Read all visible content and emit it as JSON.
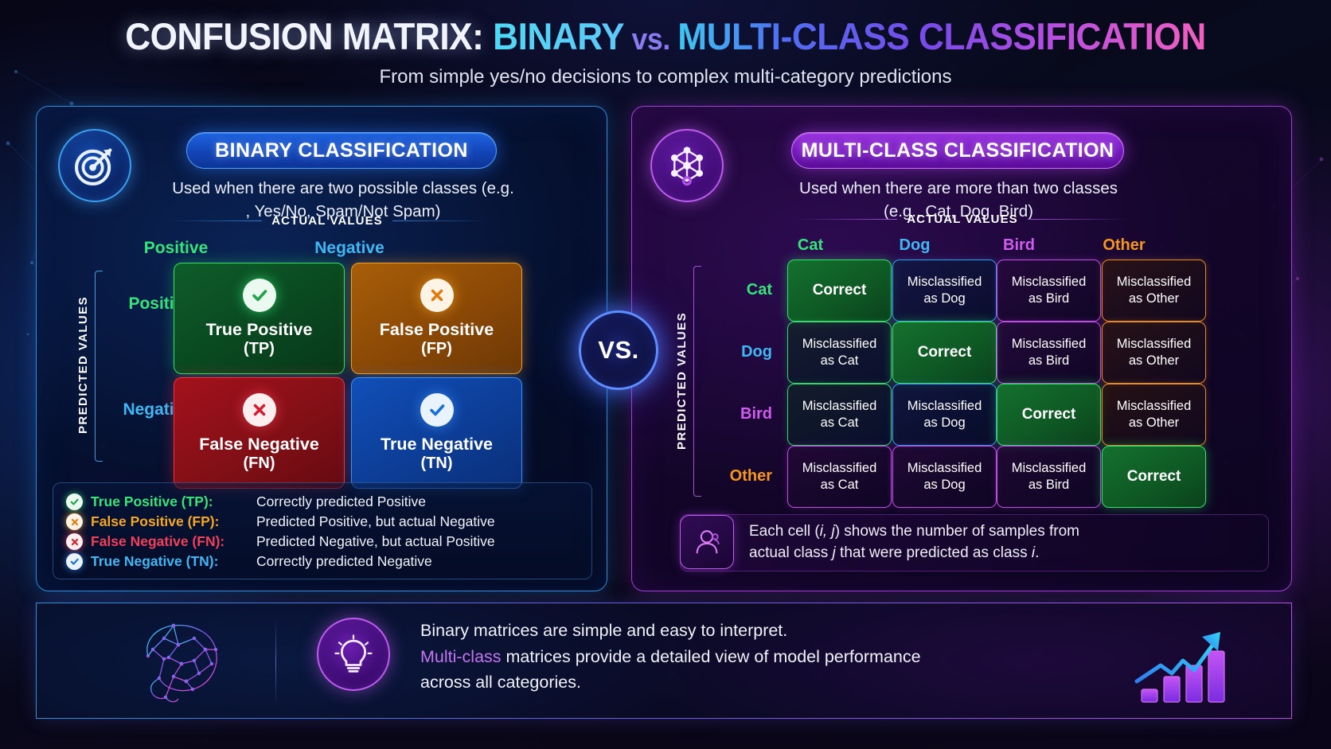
{
  "header": {
    "title_part1": "CONFUSION MATRIX: ",
    "title_part2": "BINARY",
    "title_vs": " vs. ",
    "title_part3": "MULTI-CLASS CLASSIFICATION",
    "subtitle": "From simple yes/no decisions to complex multi-category predictions"
  },
  "vs_badge": "VS.",
  "binary": {
    "icon": "target-icon",
    "pill_label": "BINARY CLASSIFICATION",
    "description_line1": "Used when there are two possible classes (e.g.",
    "description_line2": ", Yes/No, Spam/Not Spam)",
    "actual_values_label": "ACTUAL VALUES",
    "predicted_values_label": "PREDICTED VALUES",
    "col_headers": [
      "Positive",
      "Negative"
    ],
    "row_headers": [
      "Positive",
      "Negative"
    ],
    "col_colors": [
      "#35e57a",
      "#3fb8f5"
    ],
    "row_colors": [
      "#35e57a",
      "#3fb8f5"
    ],
    "cells": [
      {
        "key": "tp",
        "badge": "check-icon",
        "title": "True Positive",
        "sub": "(TP)"
      },
      {
        "key": "fp",
        "badge": "cross-icon",
        "title": "False Positive",
        "sub": "(FP)"
      },
      {
        "key": "fn",
        "badge": "cross-icon",
        "title": "False Negative",
        "sub": "(FN)"
      },
      {
        "key": "tn",
        "badge": "check-icon",
        "title": "True Negative",
        "sub": "(TN)"
      }
    ],
    "legend": [
      {
        "icon": "check-circle-icon",
        "key": "True Positive (TP):",
        "value": "Correctly predicted Positive",
        "color": "#35e57a"
      },
      {
        "icon": "cross-circle-icon",
        "key": "False Positive (FP):",
        "value": "Predicted Positive, but actual Negative",
        "color": "#f5a623"
      },
      {
        "icon": "cross-circle-icon",
        "key": "False Negative (FN):",
        "value": "Predicted Negative, but actual Positive",
        "color": "#f0405a"
      },
      {
        "icon": "check-circle-icon",
        "key": "True Negative (TN):",
        "value": "Correctly predicted Negative",
        "color": "#3fb8f5"
      }
    ]
  },
  "multiclass": {
    "icon": "network-nodes-icon",
    "pill_label": "MULTI-CLASS CLASSIFICATION",
    "description_line1": "Used when there are more than two classes",
    "description_line2": "(e.g., Cat, Dog,  Bird)",
    "actual_values_label": "ACTUAL VALUES",
    "predicted_values_label": "PREDICTED VALUES",
    "classes": [
      "Cat",
      "Dog",
      "Bird",
      "Other"
    ],
    "class_colors": [
      "#35e57a",
      "#3fb8f5",
      "#d25cf0",
      "#f5961e"
    ],
    "correct_label": "Correct",
    "grid": [
      [
        "Correct",
        "Misclassified\nas Dog",
        "Misclassified\nas Bird",
        "Misclassified\nas Other"
      ],
      [
        "Misclassified\nas Cat",
        "Correct",
        "Misclassified\nas Bird",
        "Misclassified\nas Other"
      ],
      [
        "Misclassified\nas Cat",
        "Misclassified\nas Dog",
        "Correct",
        "Misclassified\nas Other"
      ],
      [
        "Misclassified\nas Cat",
        "Misclassified\nas Dog",
        "Misclassified\nas Bird",
        "Correct"
      ]
    ],
    "note_icon": "person-icon",
    "note_line1_a": "Each cell (",
    "note_line1_i": "i, j",
    "note_line1_b": ") shows the number of samples from",
    "note_line2_a": "actual class ",
    "note_line2_i": "j",
    "note_line2_b": " that were predicted as class ",
    "note_line2_i2": "i",
    "note_line2_c": "."
  },
  "footer": {
    "brain_icon": "brain-network-icon",
    "bulb_icon": "lightbulb-icon",
    "chart_icon": "growth-chart-icon",
    "line1": "Binary matrices are simple and easy to interpret.",
    "line2_highlight": "Multi-class",
    "line2_rest": " matrices provide a detailed view of model performance",
    "line3": "across all categories."
  },
  "chart_data": {
    "type": "heatmap",
    "title": "CONFUSION MATRIX: BINARY vs. MULTI-CLASS CLASSIFICATION",
    "subtitle": "From simple yes/no decisions to complex multi-category predictions",
    "matrices": [
      {
        "name": "Binary Classification",
        "xlabel": "ACTUAL VALUES",
        "ylabel": "PREDICTED VALUES",
        "x_categories": [
          "Positive",
          "Negative"
        ],
        "y_categories": [
          "Positive",
          "Negative"
        ],
        "cells": [
          [
            "True Positive (TP)",
            "False Positive (FP)"
          ],
          [
            "False Negative (FN)",
            "True Negative (TN)"
          ]
        ]
      },
      {
        "name": "Multi-Class Classification",
        "xlabel": "ACTUAL VALUES",
        "ylabel": "PREDICTED VALUES",
        "x_categories": [
          "Cat",
          "Dog",
          "Bird",
          "Other"
        ],
        "y_categories": [
          "Cat",
          "Dog",
          "Bird",
          "Other"
        ],
        "cells": [
          [
            "Correct",
            "Misclassified as Dog",
            "Misclassified as Bird",
            "Misclassified as Other"
          ],
          [
            "Misclassified as Cat",
            "Correct",
            "Misclassified as Bird",
            "Misclassified as Other"
          ],
          [
            "Misclassified as Cat",
            "Misclassified as Dog",
            "Correct",
            "Misclassified as Other"
          ],
          [
            "Misclassified as Cat",
            "Misclassified as Dog",
            "Misclassified as Bird",
            "Correct"
          ]
        ]
      }
    ]
  }
}
